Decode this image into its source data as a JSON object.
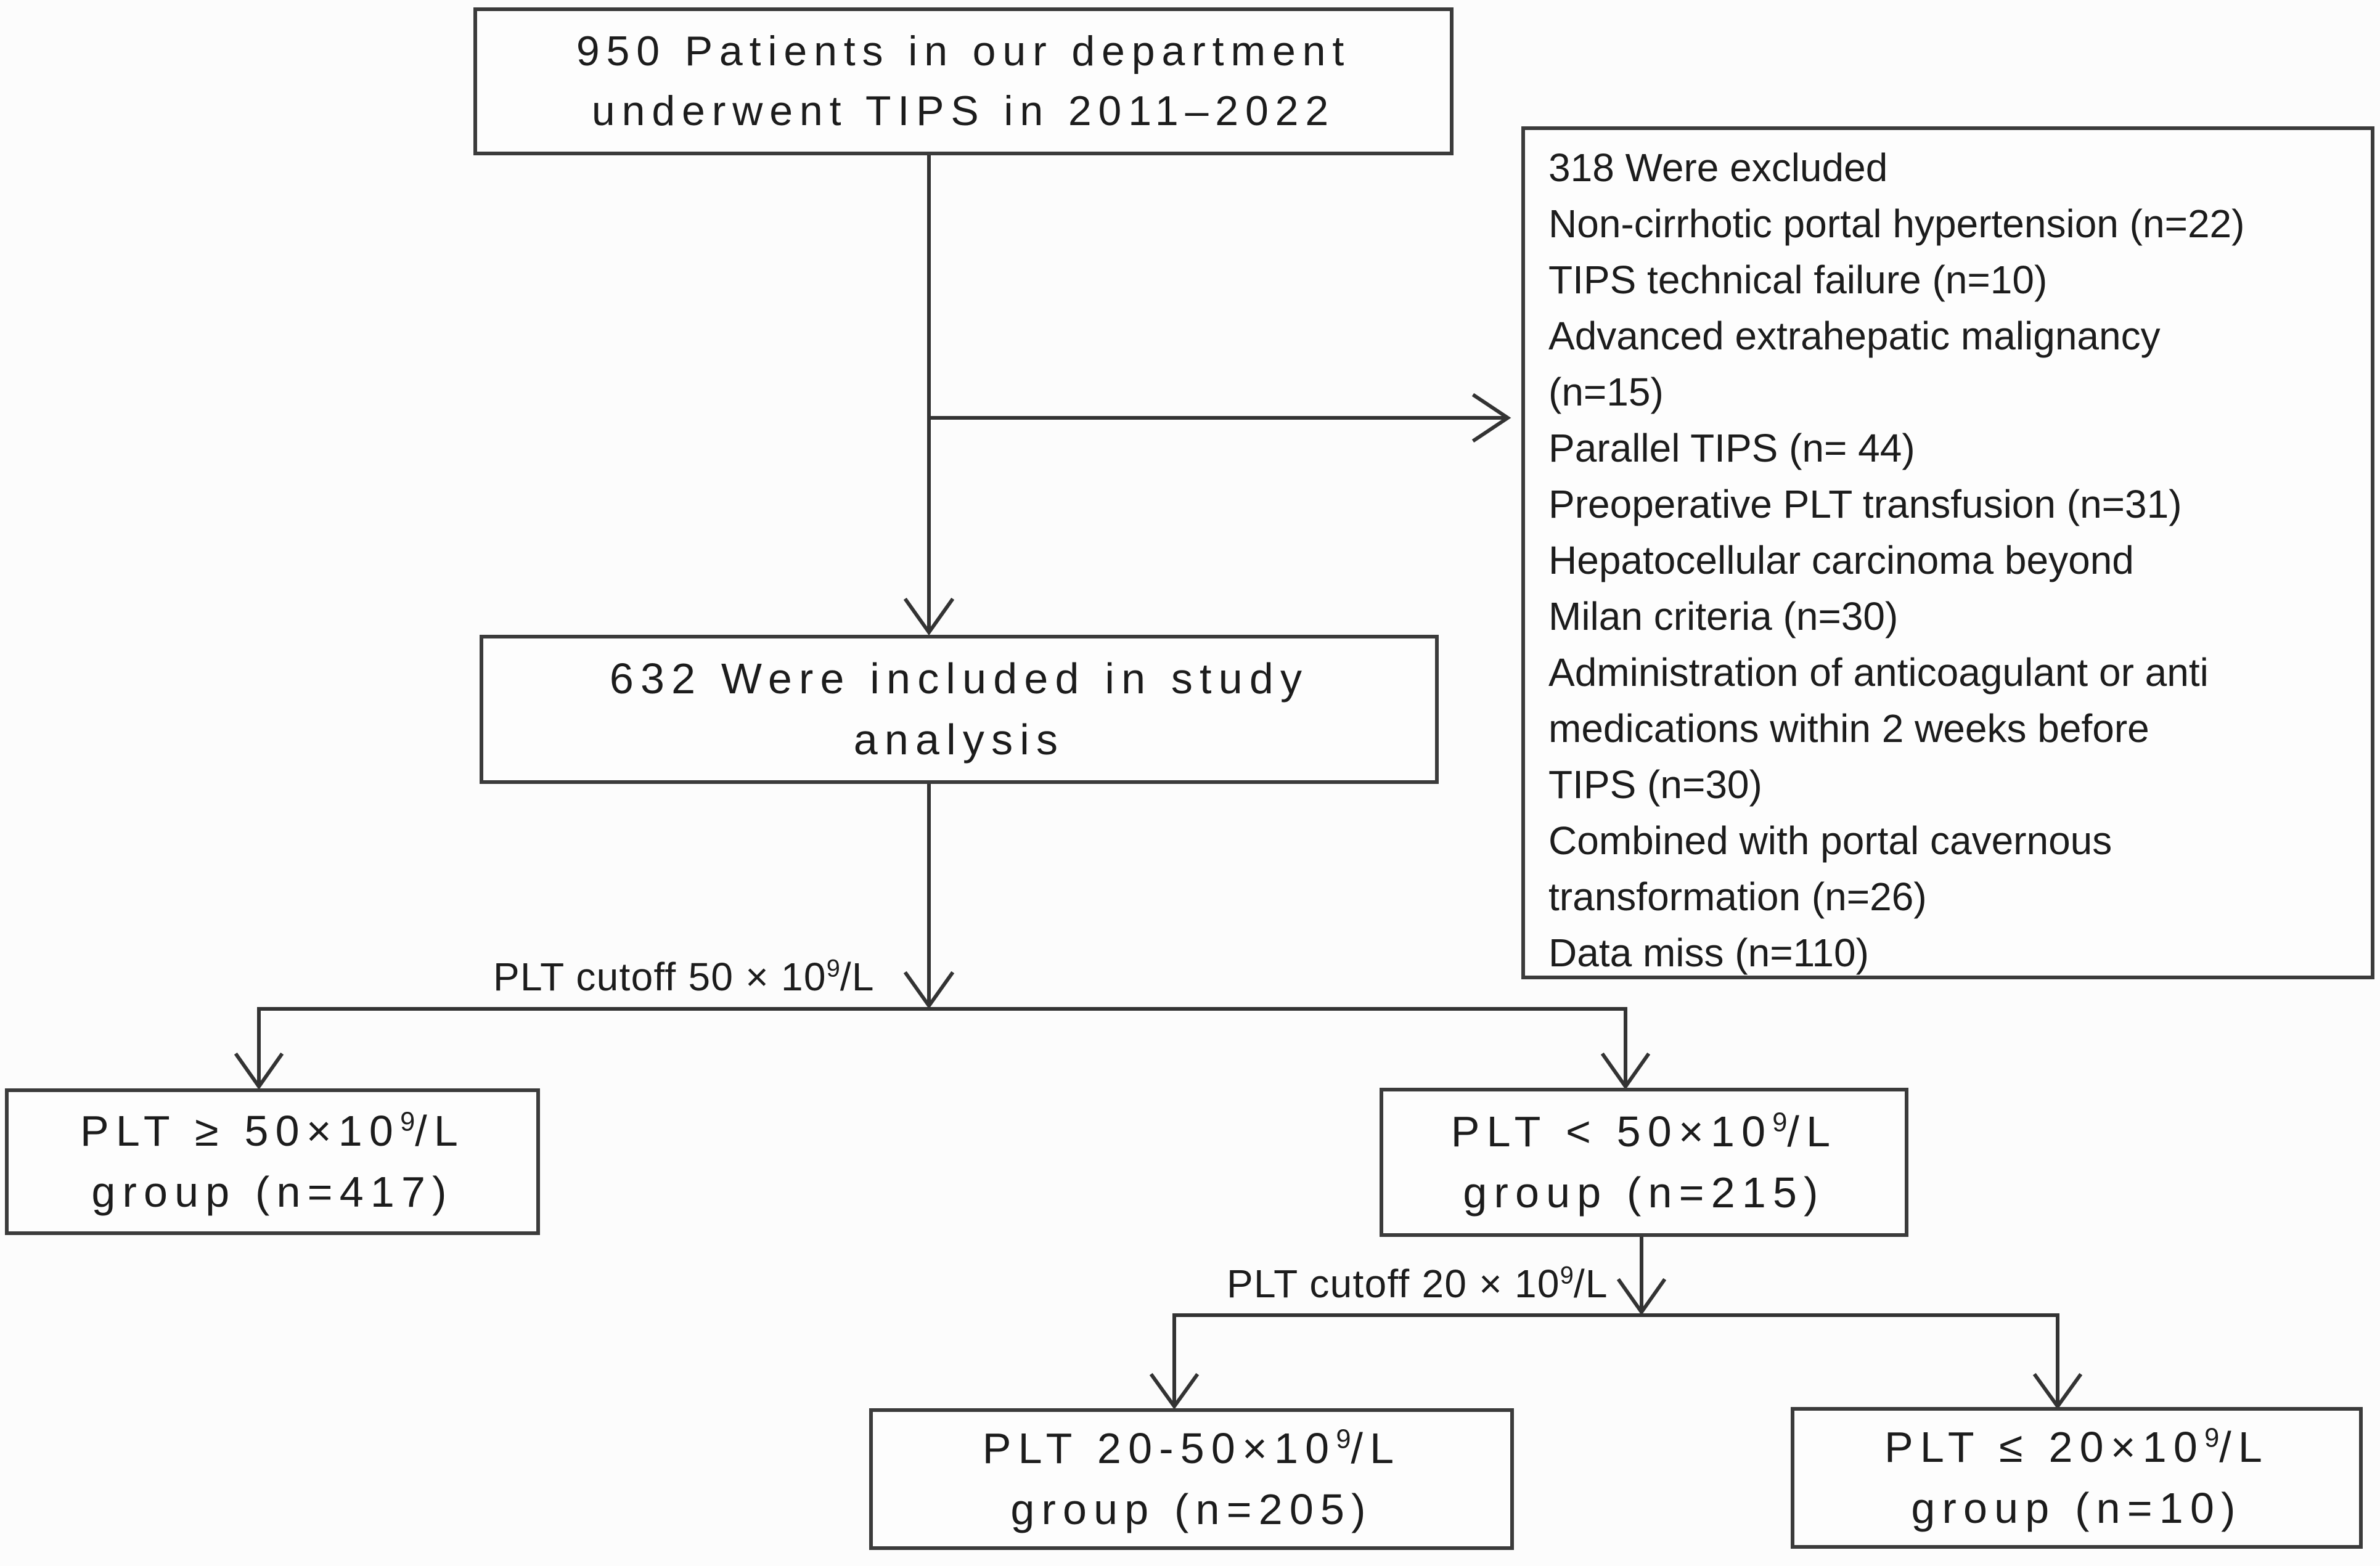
{
  "colors": {
    "background": "#fcfcfc",
    "box_fill": "#fdfdfd",
    "box_border": "#3b3b3b",
    "connector_line": "#333333",
    "text": "#1c1c1c"
  },
  "nodes": {
    "patients": {
      "line1": "950 Patients in our department",
      "line2": "underwent TIPS in 2011–2022"
    },
    "excluded": {
      "lines": [
        "318 Were excluded",
        "Non-cirrhotic portal hypertension (n=22)",
        "TIPS technical failure (n=10)",
        "Advanced extrahepatic malignancy",
        "(n=15)",
        "Parallel TIPS (n= 44)",
        "Preoperative PLT transfusion (n=31)",
        "Hepatocellular carcinoma beyond",
        "Milan criteria (n=30)",
        "Administration of anticoagulant or anti",
        "medications within 2 weeks before",
        "TIPS (n=30)",
        "Combined with portal cavernous",
        "transformation (n=26)",
        "Data miss (n=110)"
      ]
    },
    "included": {
      "line1": "632 Were included in study",
      "line2": "analysis"
    },
    "group_ge50": {
      "l1_pre": "PLT ≥ 50×10",
      "l1_sup": "9",
      "l1_post": "/L",
      "line2": "group (n=417)"
    },
    "group_lt50": {
      "l1_pre": "PLT < 50×10",
      "l1_sup": "9",
      "l1_post": "/L",
      "line2": "group (n=215)"
    },
    "group_20_50": {
      "l1_pre": "PLT 20-50×10",
      "l1_sup": "9",
      "l1_post": "/L",
      "line2": "group (n=205)"
    },
    "group_le20": {
      "l1_pre": "PLT ≤ 20×10",
      "l1_sup": "9",
      "l1_post": "/L",
      "line2": "group (n=10)"
    }
  },
  "edge_labels": {
    "cutoff50": {
      "pre": "PLT cutoff 50 × 10",
      "sup": "9",
      "post": "/L"
    },
    "cutoff20": {
      "pre": "PLT cutoff 20 × 10",
      "sup": "9",
      "post": "/L"
    }
  }
}
